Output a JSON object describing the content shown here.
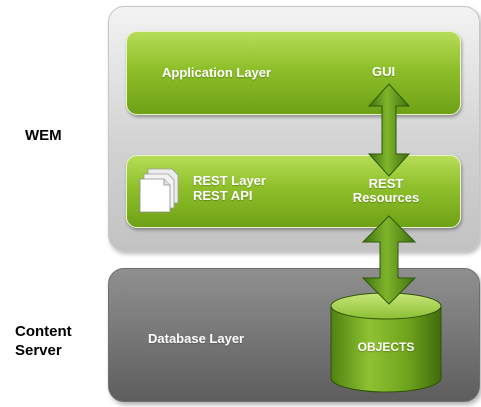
{
  "labels": {
    "wem": "WEM",
    "content_server_line1": "Content",
    "content_server_line2": "Server"
  },
  "application_layer": {
    "title": "Application Layer",
    "gui": "GUI"
  },
  "rest_layer": {
    "title_line1": "REST Layer",
    "title_line2": "REST API",
    "resources_line1": "REST",
    "resources_line2": "Resources"
  },
  "database_layer": {
    "title": "Database Layer",
    "objects": "OBJECTS"
  },
  "colors": {
    "green_light": "#b6dc57",
    "green_dark": "#6fa117",
    "wem_panel": "#d3d3d3",
    "content_server_panel": "#7a7a7a"
  },
  "icons": [
    "documents-icon",
    "bidirectional-arrow-icon",
    "database-cylinder-icon"
  ]
}
